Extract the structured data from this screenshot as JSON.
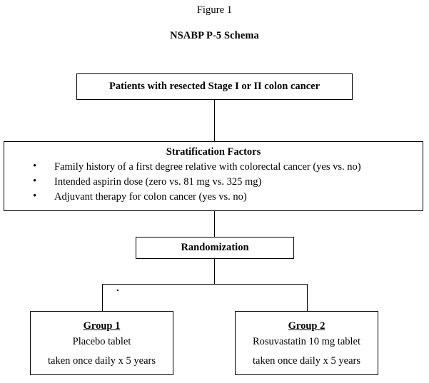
{
  "header": {
    "figure_label": "Figure 1",
    "title": "NSABP P-5 Schema"
  },
  "diagram": {
    "population": {
      "text": "Patients with resected Stage I or II colon cancer"
    },
    "stratification": {
      "title": "Stratification Factors",
      "factors": [
        "Family history of a first degree relative with colorectal cancer (yes vs. no)",
        "Intended aspirin dose (zero vs. 81 mg vs. 325 mg)",
        "Adjuvant therapy for colon cancer (yes vs. no)"
      ]
    },
    "randomization": {
      "text": "Randomization"
    },
    "arms": [
      {
        "heading": "Group 1",
        "line1": "Placebo tablet",
        "line2": "taken once daily x 5 years"
      },
      {
        "heading": "Group 2",
        "line1": "Rosuvastatin 10 mg tablet",
        "line2": "taken once daily x 5 years"
      }
    ]
  },
  "style": {
    "ink": "#000000",
    "paper": "#ffffff"
  }
}
